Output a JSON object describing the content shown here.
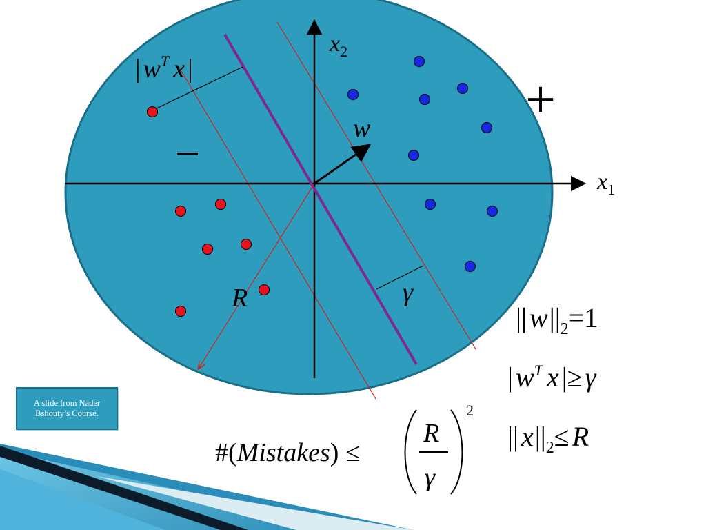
{
  "slide": {
    "credit": "A slide from Nader Bshouty’s Course.",
    "colors": {
      "ellipse_fill": "#2e9dbd",
      "ellipse_stroke": "#1b6e88",
      "separator": "#7d2a8f",
      "margin_lines": "#c8281e",
      "positive_point": "#1428e6",
      "negative_point": "#e6141e",
      "axes": "#000000"
    },
    "labels": {
      "x1_var": "x",
      "x1_sub": "1",
      "x2_var": "x",
      "x2_sub": "2",
      "w_vec": "w",
      "plus_sign": "+",
      "minus_sign": "−",
      "R": "R",
      "gamma": "γ",
      "abs_wtx": {
        "bar_left": "|",
        "w": "w",
        "T": "T",
        "x": "x",
        "bar_right": "|"
      }
    },
    "formulas": {
      "norm_w": {
        "bars_l": "||",
        "w": "w",
        "bars_r": "||",
        "sub": "2",
        "rhs": "=1"
      },
      "margin": {
        "bar_l": "|",
        "w": "w",
        "T": "T",
        "x": "x",
        "rel": "|≥",
        "gamma": "γ"
      },
      "norm_x": {
        "bars_l": "||",
        "x": "x",
        "bars_r": "||",
        "sub": "2",
        "rel": "≤",
        "R": "R"
      },
      "mistakes": {
        "hash": "#(",
        "word": "Mistakes",
        "close": ")",
        "le": "≤",
        "num": "R",
        "den": "γ",
        "power": "2"
      }
    },
    "points": {
      "positive": [
        [
          608,
          89
        ],
        [
          512,
          137
        ],
        [
          616,
          144
        ],
        [
          671,
          128
        ],
        [
          706,
          185
        ],
        [
          600,
          225
        ],
        [
          624,
          296
        ],
        [
          714,
          306
        ],
        [
          682,
          386
        ]
      ],
      "negative": [
        [
          221,
          162
        ],
        [
          262,
          306
        ],
        [
          320,
          296
        ],
        [
          301,
          361
        ],
        [
          357,
          354
        ],
        [
          383,
          420
        ],
        [
          262,
          451
        ]
      ]
    }
  }
}
